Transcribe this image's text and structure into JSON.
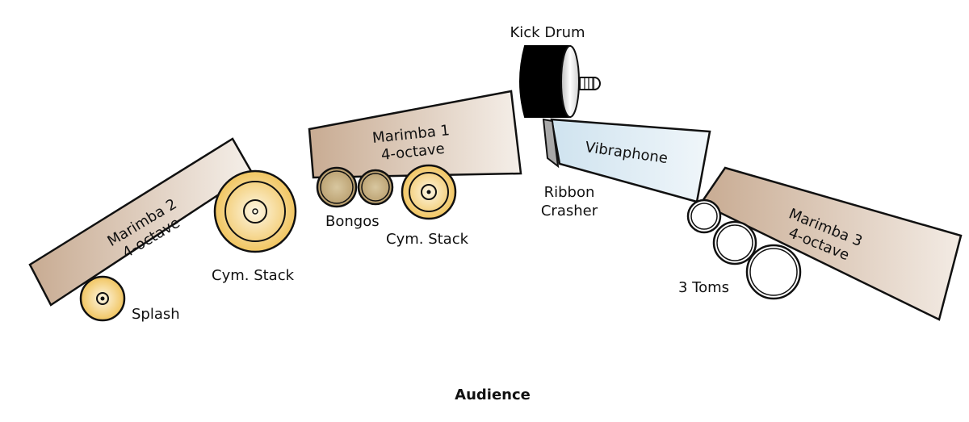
{
  "labels": {
    "kick_drum": "Kick Drum",
    "marimba1": [
      "Marimba 1",
      "4-octave"
    ],
    "marimba2": [
      "Marimba 2",
      "4-octave"
    ],
    "marimba3": [
      "Marimba 3",
      "4-octave"
    ],
    "vibraphone": "Vibraphone",
    "ribbon_crasher": [
      "Ribbon",
      "Crasher"
    ],
    "bongos": "Bongos",
    "cym_stack_1": "Cym. Stack",
    "cym_stack_2": "Cym. Stack",
    "splash": "Splash",
    "toms": "3 Toms",
    "audience": "Audience"
  },
  "colors": {
    "marimba": "#c8ab92",
    "marimba_light": "#f5efe9",
    "vibraphone": "#cfe3ef",
    "cymbal": "#f3cc6a",
    "cymbal_light": "#fdf4d9",
    "bongo": "#c4ad7e",
    "kick_drum": "#000000",
    "tom": "#ffffff"
  }
}
